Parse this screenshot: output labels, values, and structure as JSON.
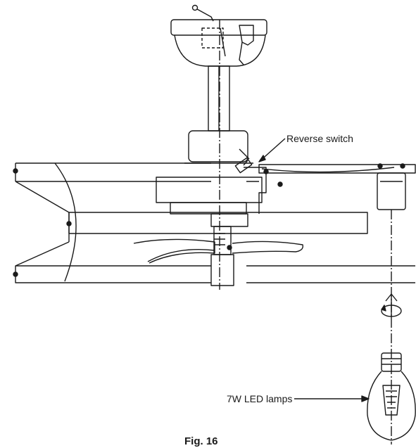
{
  "labels": {
    "reverse_switch": "Reverse switch",
    "led_lamps": "7W LED lamps",
    "figure": "Fig. 16"
  },
  "colors": {
    "line": "#1a1a1a",
    "background": "#ffffff"
  },
  "icons": {
    "rotate": "rotate-arrow-icon"
  }
}
